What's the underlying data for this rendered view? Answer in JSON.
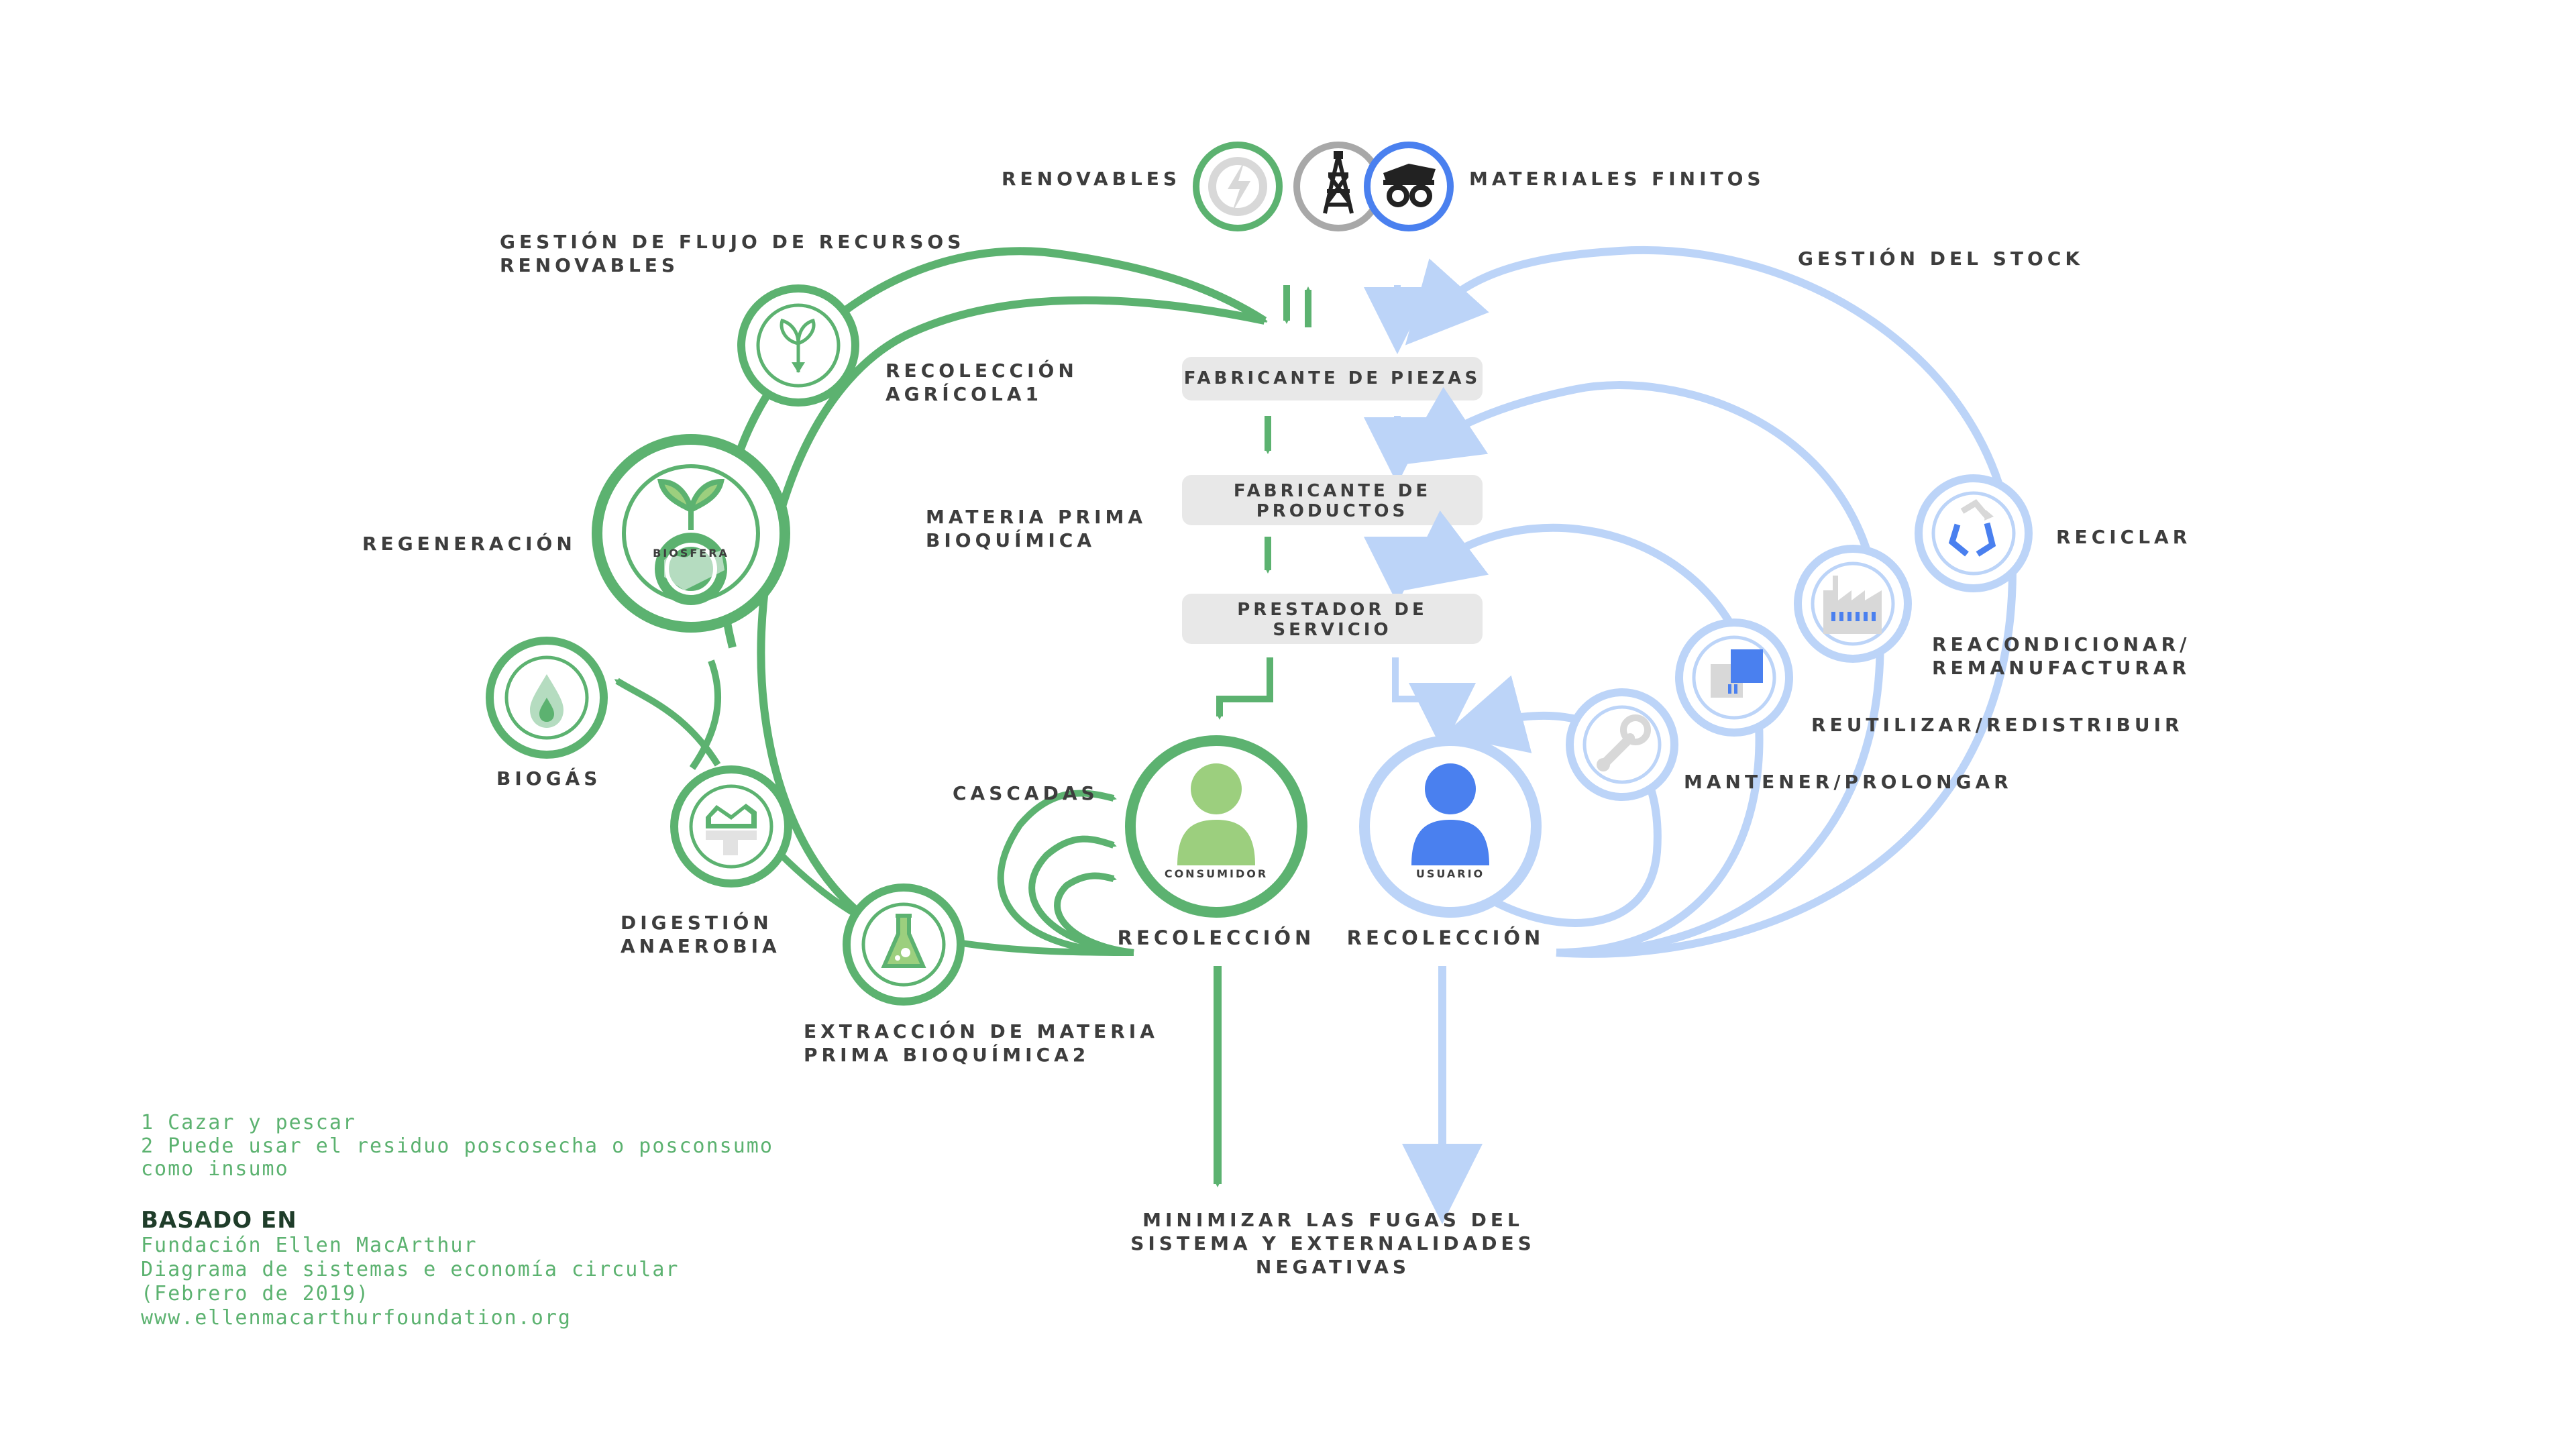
{
  "colors": {
    "green": "#5cb270",
    "green_light": "#9ccf7e",
    "green_pale": "#b5dcc0",
    "blue": "#4a80ef",
    "blue_light": "#bcd4f8",
    "gray_box": "#e8e8e8",
    "text": "#3d3d3d"
  },
  "top": {
    "renovables": "RENOVABLES",
    "materiales_finitos": "MATERIALES FINITOS"
  },
  "left_cycle": {
    "gestion_flujo_1": "GESTIÓN DE FLUJO DE RECURSOS",
    "gestion_flujo_2": "RENOVABLES",
    "recoleccion_agricola_1": "RECOLECCIÓN",
    "recoleccion_agricola_2": "AGRÍCOLA1",
    "regeneracion": "REGENERACIÓN",
    "biosfera": "BIOSFERA",
    "materia_prima_1": "MATERIA PRIMA",
    "materia_prima_2": "BIOQUÍMICA",
    "biogas": "BIOGÁS",
    "cascadas": "CASCADAS",
    "digestion_1": "DIGESTIÓN",
    "digestion_2": "ANAEROBIA",
    "extraccion_1": "EXTRACCIÓN DE MATERIA",
    "extraccion_2": "PRIMA BIOQUÍMICA2",
    "consumidor": "CONSUMIDOR",
    "recoleccion_left": "RECOLECCIÓN"
  },
  "center": {
    "fabricante_piezas": "FABRICANTE DE PIEZAS",
    "fabricante_productos_1": "FABRICANTE DE",
    "fabricante_productos_2": "PRODUCTOS",
    "prestador_1": "PRESTADOR DE",
    "prestador_2": "SERVICIO",
    "minimizar_1": "MINIMIZAR LAS FUGAS DEL",
    "minimizar_2": "SISTEMA Y EXTERNALIDADES",
    "minimizar_3": "NEGATIVAS"
  },
  "right_cycle": {
    "gestion_stock": "GESTIÓN DEL STOCK",
    "reciclar": "RECICLAR",
    "reacondicionar_1": "REACONDICIONAR/",
    "reacondicionar_2": "REMANUFACTURAR",
    "reutilizar": "REUTILIZAR/REDISTRIBUIR",
    "mantener": "MANTENER/PROLONGAR",
    "usuario": "USUARIO",
    "recoleccion_right": "RECOLECCIÓN"
  },
  "footnotes": {
    "note1": "1 Cazar y pescar",
    "note2_1": "2 Puede usar el residuo poscosecha o posconsumo",
    "note2_2": "como insumo",
    "basado_en": "BASADO EN",
    "source_1": "Fundación Ellen MacArthur",
    "source_2": "Diagrama de sistemas e economía circular",
    "source_3": "(Febrero de 2019)",
    "source_4": "www.ellenmacarthurfoundation.org"
  },
  "icons": [
    "renewable-energy-icon",
    "oil-derrick-icon",
    "mining-truck-icon",
    "sprout-icon",
    "globe-plant-icon",
    "drop-icon",
    "digester-icon",
    "flask-icon",
    "person-icon",
    "wrench-icon",
    "boxes-icon",
    "factory-icon",
    "recycle-icon"
  ]
}
